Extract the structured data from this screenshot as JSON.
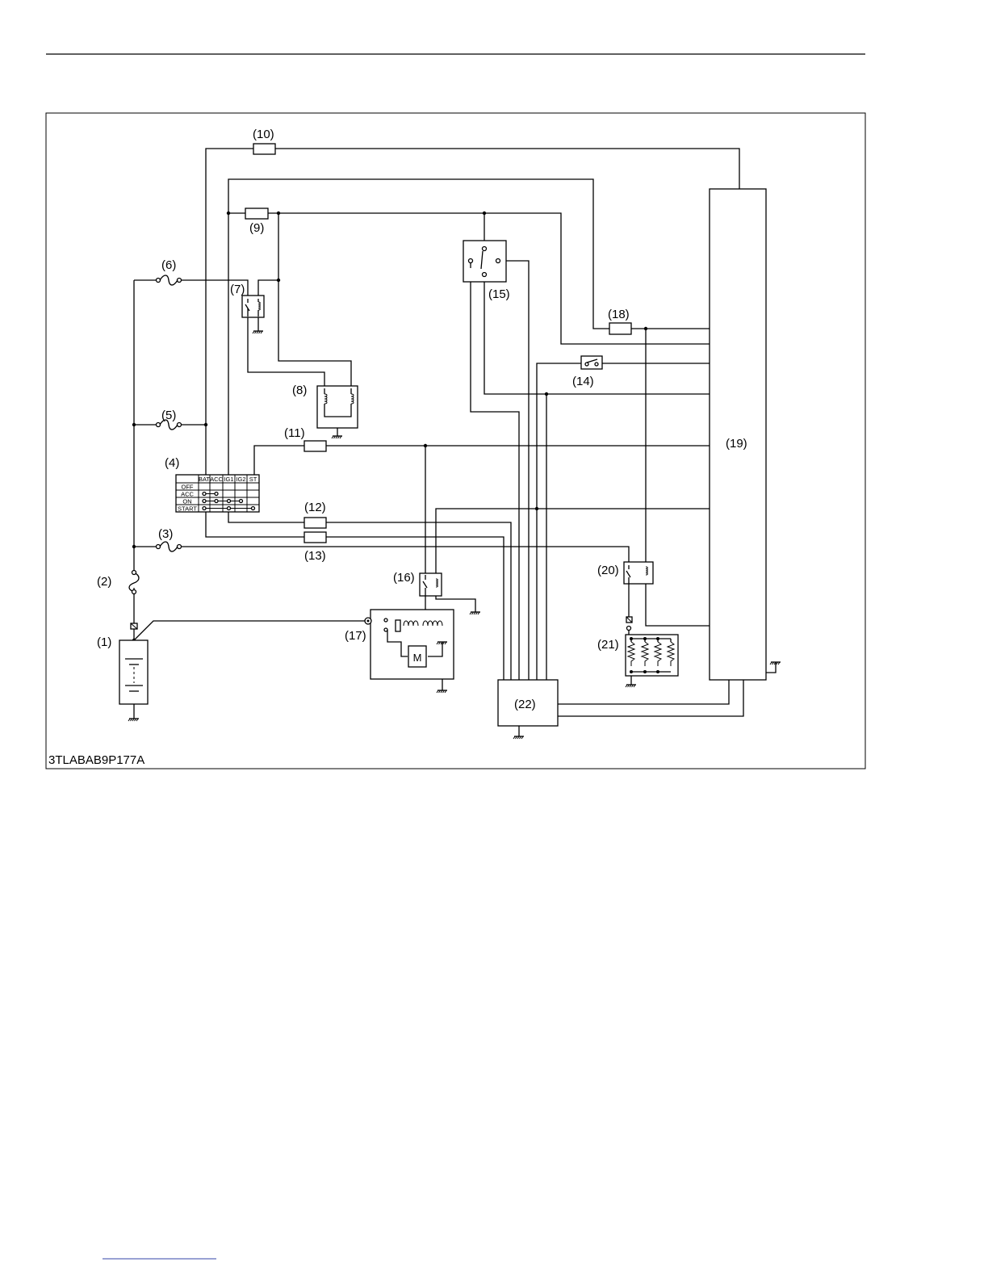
{
  "figure_code": "3TLABAB9P177A",
  "labels": {
    "c1": "(1)",
    "c2": "(2)",
    "c3": "(3)",
    "c4": "(4)",
    "c5": "(5)",
    "c6": "(6)",
    "c7": "(7)",
    "c8": "(8)",
    "c9": "(9)",
    "c10": "(10)",
    "c11": "(11)",
    "c12": "(12)",
    "c13": "(13)",
    "c14": "(14)",
    "c15": "(15)",
    "c16": "(16)",
    "c17": "(17)",
    "c18": "(18)",
    "c19": "(19)",
    "c20": "(20)",
    "c21": "(21)",
    "c22": "(22)"
  },
  "key_switch": {
    "columns": [
      "BAT",
      "ACC",
      "IG1",
      "IG2",
      "ST"
    ],
    "rows": [
      "OFF",
      "ACC",
      "ON",
      "START"
    ]
  },
  "motor_symbol": "M"
}
